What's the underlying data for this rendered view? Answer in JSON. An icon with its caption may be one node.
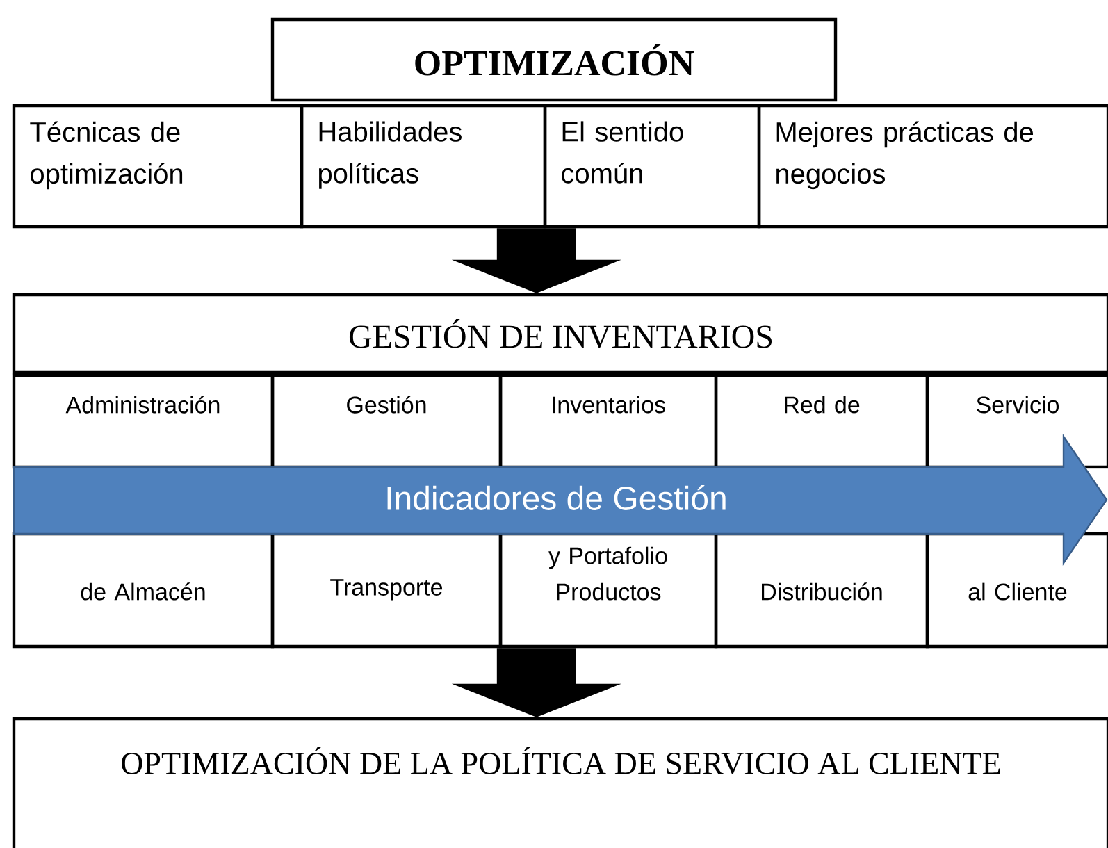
{
  "diagram": {
    "nodes": [
      {
        "text": [
          "OPTIMIZACIÓN"
        ]
      },
      {
        "text": [
          "Técnicas de optimización"
        ]
      },
      {
        "text": [
          "Habilidades políticas"
        ]
      },
      {
        "text": [
          "El sentido común"
        ]
      },
      {
        "text": [
          "Mejores prácticas de negocios"
        ]
      },
      {
        "text": [
          "GESTIÓN DE INVENTARIOS"
        ]
      },
      {
        "text": [
          "Administración"
        ]
      },
      {
        "text": [
          "Gestión"
        ]
      },
      {
        "text": [
          "Inventarios"
        ]
      },
      {
        "text": [
          "Red de"
        ]
      },
      {
        "text": [
          "Servicio"
        ]
      },
      {
        "text": [
          "Indicadores de Gestión"
        ]
      },
      {
        "text": [
          "de Almacén"
        ]
      },
      {
        "text": [
          "Transporte"
        ]
      },
      {
        "text": [
          "y Portafolio Productos"
        ]
      },
      {
        "text": [
          "Distribución"
        ]
      },
      {
        "text": [
          "al Cliente"
        ]
      },
      {
        "text": [
          "OPTIMIZACIÓN DE LA POLÍTICA DE SERVICIO AL CLIENTE"
        ]
      }
    ],
    "edges": [
      {
        "from": 2,
        "to": 5,
        "arrow": "to"
      },
      {
        "from": 14,
        "to": 17,
        "arrow": "to"
      }
    ]
  }
}
